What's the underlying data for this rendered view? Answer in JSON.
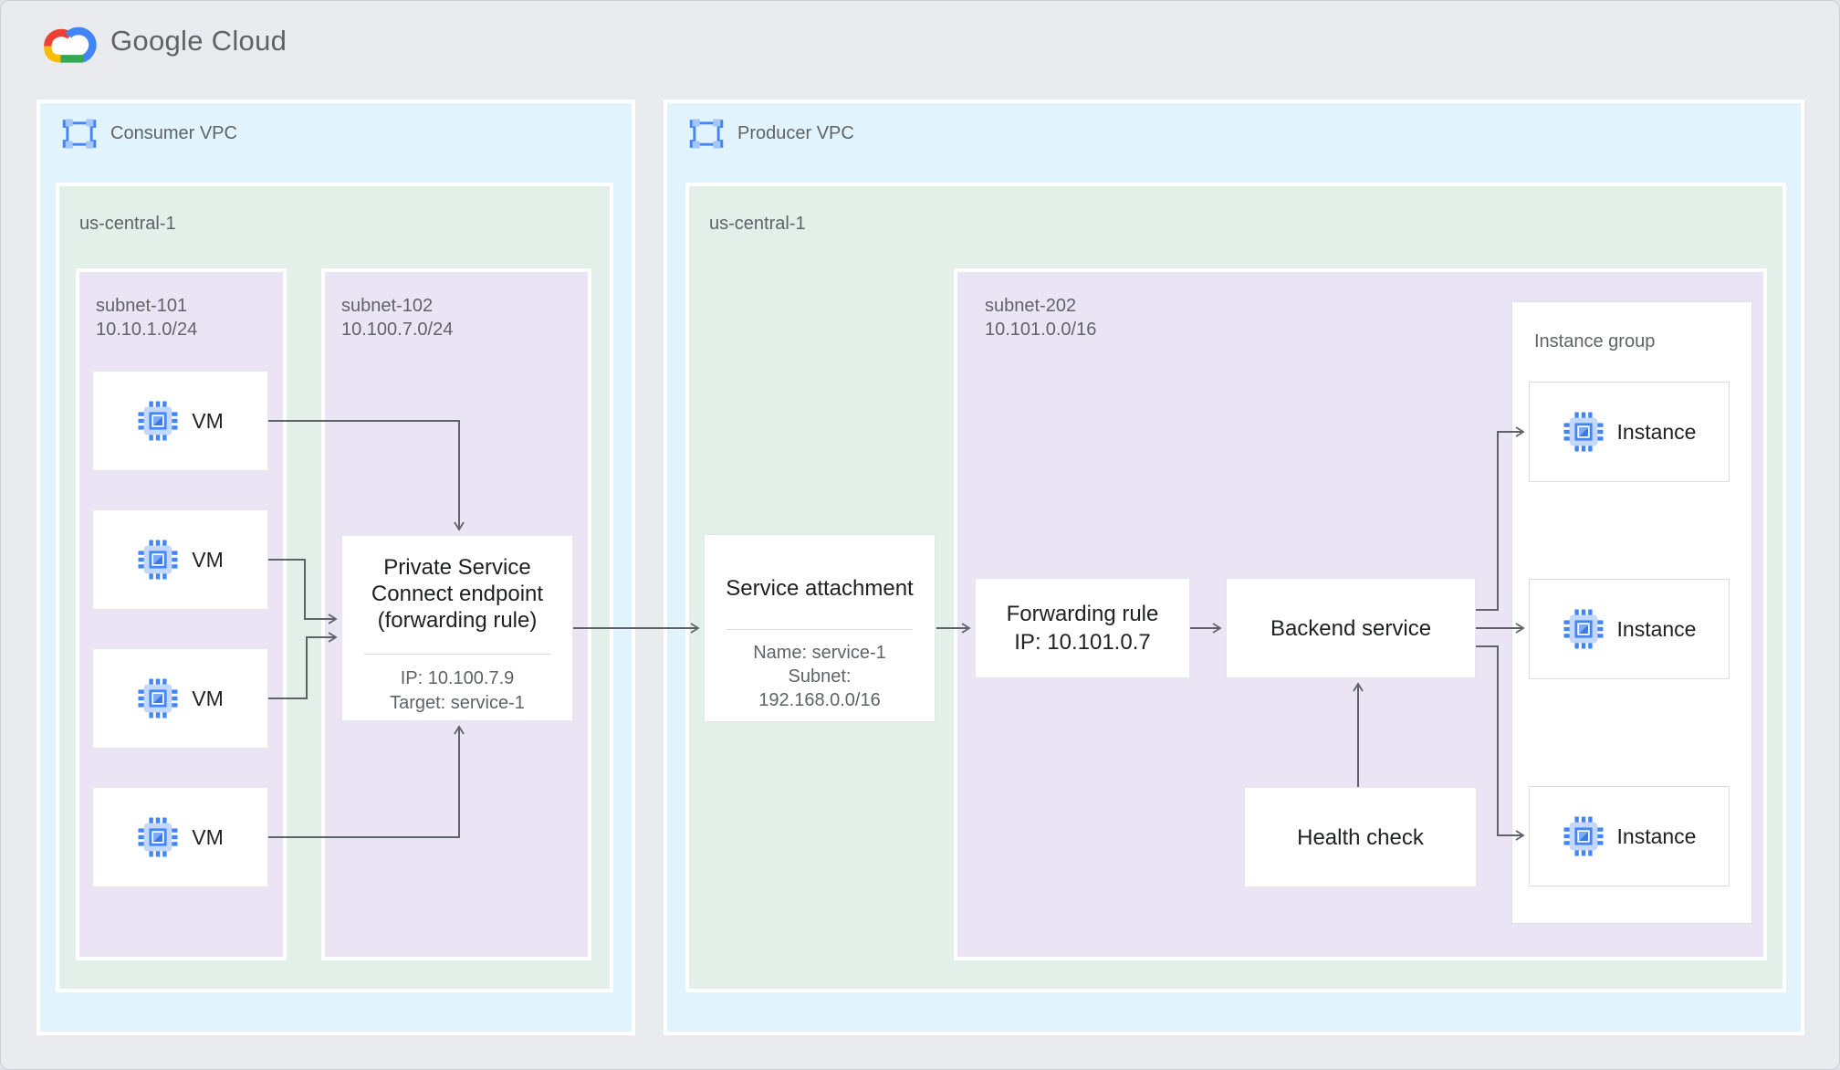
{
  "header": {
    "logo_text": "Google Cloud"
  },
  "colors": {
    "canvas_bg": "#e9ebee",
    "vpc_bg": "#e1f4fd",
    "region_bg": "#e2f0e9",
    "subnet_bg": "#ebe4f5",
    "node_bg": "#ffffff",
    "arrow": "#5f6368",
    "title_text": "#202124",
    "label_text": "#5f6368",
    "icon_blue": "#4285f4",
    "icon_blue_light": "#a4c6fa",
    "logo_red": "#ea4335",
    "logo_yellow": "#fbbc04",
    "logo_green": "#34a853",
    "logo_blue": "#4285f4"
  },
  "consumer_vpc": {
    "label": "Consumer VPC",
    "region": {
      "label": "us-central-1",
      "subnet101": {
        "name": "subnet-101",
        "cidr": "10.10.1.0/24",
        "vms": [
          {
            "label": "VM"
          },
          {
            "label": "VM"
          },
          {
            "label": "VM"
          },
          {
            "label": "VM"
          }
        ]
      },
      "subnet102": {
        "name": "subnet-102",
        "cidr": "10.100.7.0/24",
        "psc_endpoint": {
          "title": "Private Service Connect endpoint (forwarding rule)",
          "details": [
            "IP: 10.100.7.9",
            "Target: service-1"
          ]
        }
      }
    }
  },
  "producer_vpc": {
    "label": "Producer VPC",
    "region": {
      "label": "us-central-1",
      "service_attachment": {
        "title": "Service attachment",
        "details": [
          "Name: service-1",
          "Subnet:",
          "192.168.0.0/16"
        ]
      },
      "subnet202": {
        "name": "subnet-202",
        "cidr": "10.101.0.0/16",
        "forwarding_rule": {
          "title": "Forwarding rule",
          "subtitle": "IP: 10.101.0.7"
        },
        "backend_service": {
          "title": "Backend service"
        },
        "health_check": {
          "title": "Health check"
        },
        "instance_group": {
          "label": "Instance group",
          "instances": [
            {
              "label": "Instance"
            },
            {
              "label": "Instance"
            },
            {
              "label": "Instance"
            }
          ]
        }
      }
    }
  }
}
